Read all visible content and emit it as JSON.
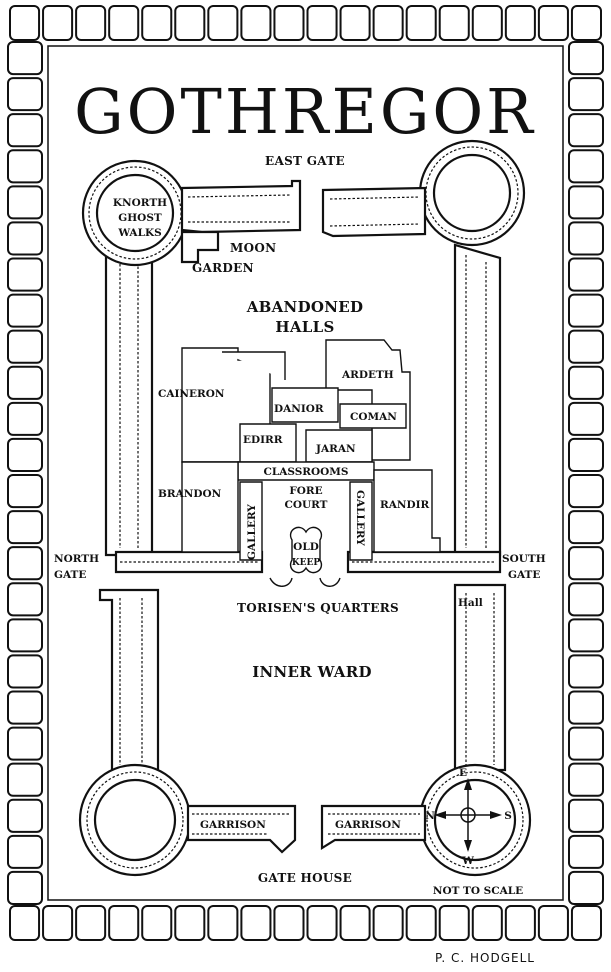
{
  "map": {
    "title": "GOTHREGOR",
    "gates": {
      "east": "EAST GATE",
      "north_1": "NORTH",
      "north_2": "GATE",
      "south_1": "SOUTH",
      "south_2": "GATE",
      "gate_house": "GATE HOUSE"
    },
    "towers": {
      "knorth_1": "KNORTH",
      "knorth_2": "GHOST",
      "knorth_3": "WALKS",
      "moon": "MOON",
      "garden": "GARDEN",
      "hall": "Hall"
    },
    "halls": {
      "abandoned_1": "ABANDONED",
      "abandoned_2": "HALLS",
      "caineron": "CAINERON",
      "ardeth": "ARDETH",
      "danior": "DANIOR",
      "coman": "COMAN",
      "edirr": "EDIRR",
      "jaran": "JARAN",
      "classrooms": "CLASSROOMS",
      "brandon": "BRANDON",
      "fore_1": "FORE",
      "fore_2": "COURT",
      "randir": "RANDIR",
      "gallery_left": "GALLERY",
      "gallery_right": "GALLERY",
      "old": "OLD",
      "keep": "KEEP",
      "torisen": "TORISEN'S QUARTERS"
    },
    "ward": {
      "inner_ward": "INNER WARD",
      "garrison_left": "GARRISON",
      "garrison_right": "GARRISON"
    },
    "compass": {
      "e": "E",
      "n": "N",
      "s": "S",
      "w": "W"
    },
    "scale_note": "NOT TO SCALE",
    "signature": "P. C. HODGELL"
  }
}
